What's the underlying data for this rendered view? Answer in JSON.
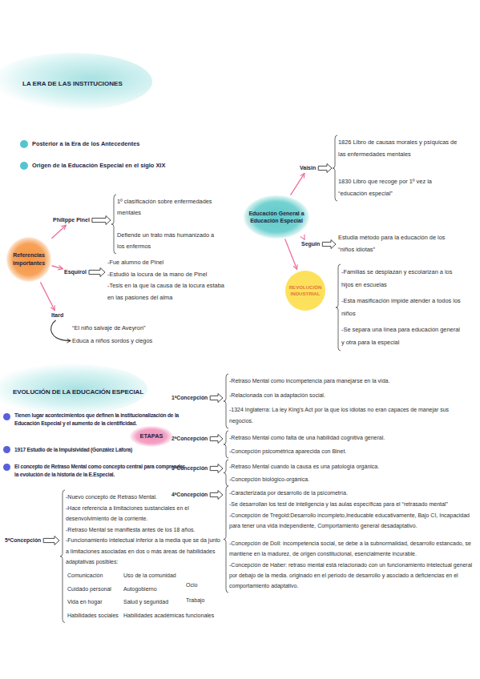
{
  "diagram": {
    "title": "LA ERA DE LAS INSTITUCIONES",
    "nodes": [
      {
        "text": [
          "Referencias importantes"
        ]
      },
      {
        "text": [
          "Philippe Pinel"
        ]
      },
      {
        "text": [
          "1º clasificación sobre enfermedades mentales",
          "Defiende un trato más humanizado a los enfermos"
        ]
      },
      {
        "text": [
          "Esquirol"
        ]
      },
      {
        "text": [
          "-Fue alumno de Pinel",
          "-Estudió la locura de la mano de Pinel",
          "-Tesis en la que la causa de la locura estaba en las pasiones del alma"
        ]
      },
      {
        "text": [
          "Itard"
        ]
      },
      {
        "text": [
          "“El niño salvaje de Aveyron”",
          "Educa a niños sordos y ciegos"
        ]
      },
      {
        "text": [
          "Educación General a Educación Especial"
        ]
      },
      {
        "text": [
          "Vaisin"
        ]
      },
      {
        "text": [
          "1826 Libro de causas morales y psíquicas de las enfermedades mentales",
          "1830 Libro que recoge por 1º vez la “educación especial”"
        ]
      },
      {
        "text": [
          "Seguin"
        ]
      },
      {
        "text": [
          "Estudia método para la educación de los “niños idiotas”"
        ]
      },
      {
        "text": [
          "REVOLUCIÓN INDUSTRIAL"
        ]
      },
      {
        "text": [
          "-Familias se desplazan y escolarizan a los hijos en escuelas",
          "-Esta masificación impide atender a todos los niños",
          "-Se separa una línea para educación general y otra para la especial"
        ]
      },
      {
        "text": [
          "EVOLUCIÓN DE LA EDUCACIÓN ESPECIAL"
        ]
      },
      {
        "text": [
          "ETAPAS"
        ]
      },
      {
        "text": [
          "1ªConcepción"
        ]
      },
      {
        "text": [
          "-Retraso Mental como incompetencia para manejarse en la vida.",
          "-Relacionada con la adaptación social.",
          "-1324 Inglaterra: La ley King's Act por la que los idiotas no eran capaces de manejar sus negocios."
        ]
      },
      {
        "text": [
          "2ªConcepción"
        ]
      },
      {
        "text": [
          "-Retraso Mental como falta de una habilidad cognitiva general.",
          "-Concepción psicométrica aparecida con Binet."
        ]
      },
      {
        "text": [
          "3ªConcepción"
        ]
      },
      {
        "text": [
          "-Retraso Mental cuando la causa es una patología orgánica.",
          "-Concepción biológico-orgánica."
        ]
      },
      {
        "text": [
          "4ªConcepción"
        ]
      },
      {
        "text": [
          "-Caracterizada por desarrollo de la psicometría.",
          "-Se desarrollan los test de inteligencia y las aulas específicas para el “retrasado mental”",
          "-Concepción de Tregold:Desarrollo incompleto,Ineducable educativamente, Bajo CI, Incapacidad para tener una vida independiente, Comportamiento general desadaptativo.",
          "-Concepción de Doll: incompetencia social, se debe a la subnormalidad, desarrollo estancado, se mantiene en la madurez, de origen constitucional, esencialmente incurable.",
          "-Concepción de Haber: retraso mental está relacionado con un funcionamiento intelectual general por debajo de la media. originado en el periodo de desarrollo y asociado a deficiencias en el comportamiento adaptativo."
        ]
      },
      {
        "text": [
          "5ªConcepción"
        ]
      },
      {
        "text": [
          "-Nuevo concepto de Retraso Mental.",
          "-Hace referencia a limitaciones sustanciales en el desenvolvimiento de la corriente.",
          "-Retraso Mental se manifiesta antes de los 18 años.",
          "-Funcionamiento intelectual inferior a la media que se da junto a limitaciones asociadas en dos o más áreas de habilidades adaptativas posibles:",
          "Comunicación",
          "Uso de la comunidad",
          "Ocio",
          "Cuidado personal",
          "Autogobierno",
          "Trabajo",
          "Vida en hogar",
          "Salud y seguridad",
          "Habilidades sociales",
          "Habilidades académicas funcionales"
        ]
      }
    ],
    "edges": [
      {
        "from": 0,
        "to": 1,
        "arrow": "to"
      },
      {
        "from": 0,
        "to": 3,
        "arrow": "to"
      },
      {
        "from": 0,
        "to": 5,
        "arrow": "to"
      },
      {
        "from": 1,
        "to": 2,
        "arrow": "to"
      },
      {
        "from": 3,
        "to": 4,
        "arrow": "to"
      },
      {
        "from": 5,
        "to": 6,
        "arrow": "to"
      },
      {
        "from": 7,
        "to": 8,
        "arrow": "to"
      },
      {
        "from": 7,
        "to": 10,
        "arrow": "to"
      },
      {
        "from": 7,
        "to": 12,
        "arrow": "to"
      },
      {
        "from": 8,
        "to": 9,
        "arrow": "to"
      },
      {
        "from": 10,
        "to": 11,
        "arrow": "to"
      },
      {
        "from": 16,
        "to": 17,
        "arrow": "to"
      },
      {
        "from": 18,
        "to": 19,
        "arrow": "to"
      },
      {
        "from": 20,
        "to": 21,
        "arrow": "to"
      },
      {
        "from": 22,
        "to": 23,
        "arrow": "to"
      },
      {
        "from": 24,
        "to": 25,
        "arrow": "to"
      }
    ],
    "labels": [
      "Posterior a la Era de los Antecedentes",
      "Origen de la Educación Especial en el siglo XIX",
      "Tienen lugar acontecimientos que definen la institucionalización de la Educación Especial y el aumento de la cientificidad.",
      "1917 Estudio de la Impulsividad (González Láfora)",
      "El concepto de Retraso Mental como concepto central para comprender la evolución de la historia de la E.Especial."
    ]
  }
}
